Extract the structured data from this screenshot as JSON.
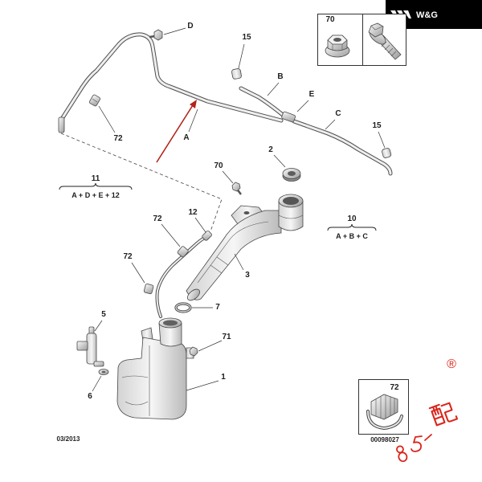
{
  "brand": {
    "name": "W&G",
    "logo_icon": "wings-logo-icon"
  },
  "callouts": {
    "d": "D",
    "clip_15_top": "15",
    "b": "B",
    "e": "E",
    "c": "C",
    "clip_15_right": "15",
    "clip_72_hose": "72",
    "a": "A",
    "grommet_2": "2",
    "bolt_70": "70",
    "connector_12": "12",
    "clip_72_upper": "72",
    "filler_neck_3": "3",
    "clip_72_lower": "72",
    "o_ring_7": "7",
    "pump_5": "5",
    "bolt_71": "71",
    "reservoir_1": "1",
    "seal_6": "6"
  },
  "kits": {
    "kit_11": {
      "number": "11",
      "contents": "A + D + E + 12"
    },
    "kit_10": {
      "number": "10",
      "contents": "A + B + C"
    }
  },
  "inset_fasteners": {
    "label": "70"
  },
  "inset_clip": {
    "label": "72",
    "reference": "00098027"
  },
  "date": "03/2013",
  "watermark": {
    "text": "85配",
    "mark": "®"
  },
  "colors": {
    "header_bg": "#000000",
    "highlight_arrow": "#b3241a",
    "watermark": "#d9261c"
  }
}
